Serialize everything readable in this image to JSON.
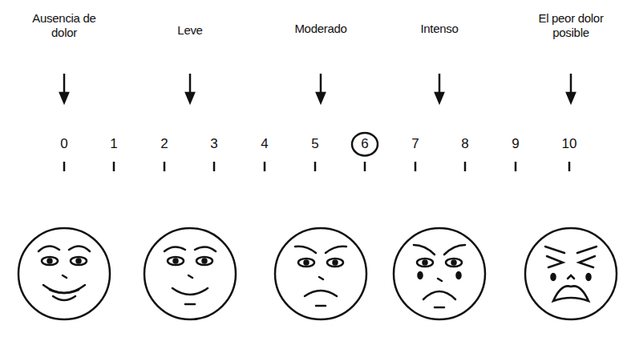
{
  "diagram": {
    "nodes": [
      {
        "text": [
          "6"
        ]
      }
    ],
    "labels": [
      "Ausencia de dolor",
      "Leve",
      "Moderado",
      "Intenso",
      "El peor dolor posible",
      "0",
      "1",
      "2",
      "3",
      "4",
      "5",
      "7",
      "8",
      "9",
      "10"
    ]
  }
}
